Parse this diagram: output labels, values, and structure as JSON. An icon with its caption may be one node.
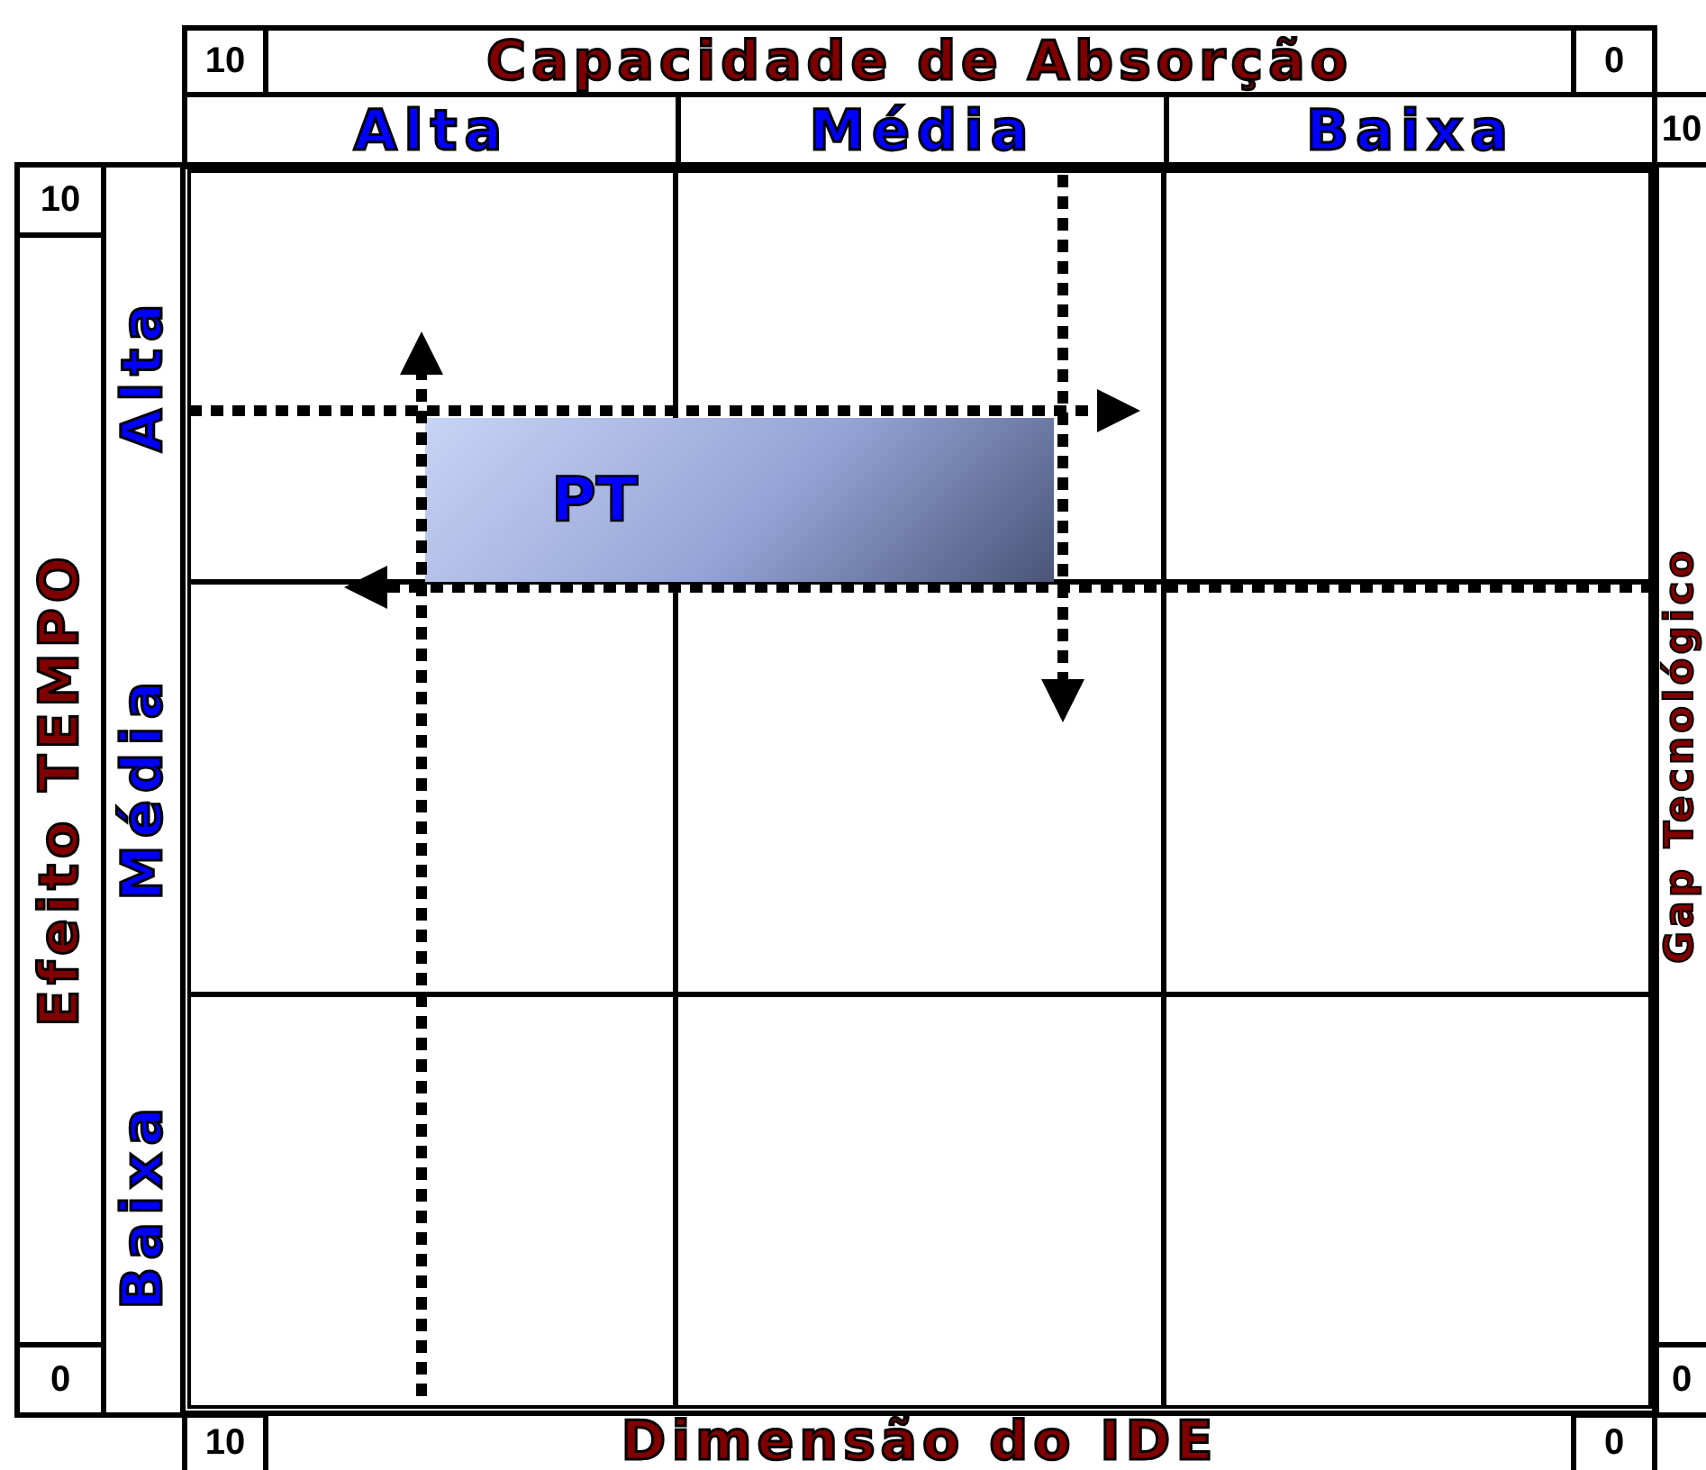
{
  "diagram": {
    "nodes": [
      {
        "text": [
          "PT"
        ]
      }
    ],
    "edges": [],
    "labels": [
      "10",
      "Capacidade de Absorção",
      "0",
      "Alta",
      "Média",
      "Baixa",
      "10",
      "10",
      "Efeito TEMPO",
      "Alta",
      "Média",
      "Baixa",
      "Gap Tecnológico",
      "0",
      "0",
      "10",
      "Dimensão do IDE",
      "0"
    ]
  }
}
